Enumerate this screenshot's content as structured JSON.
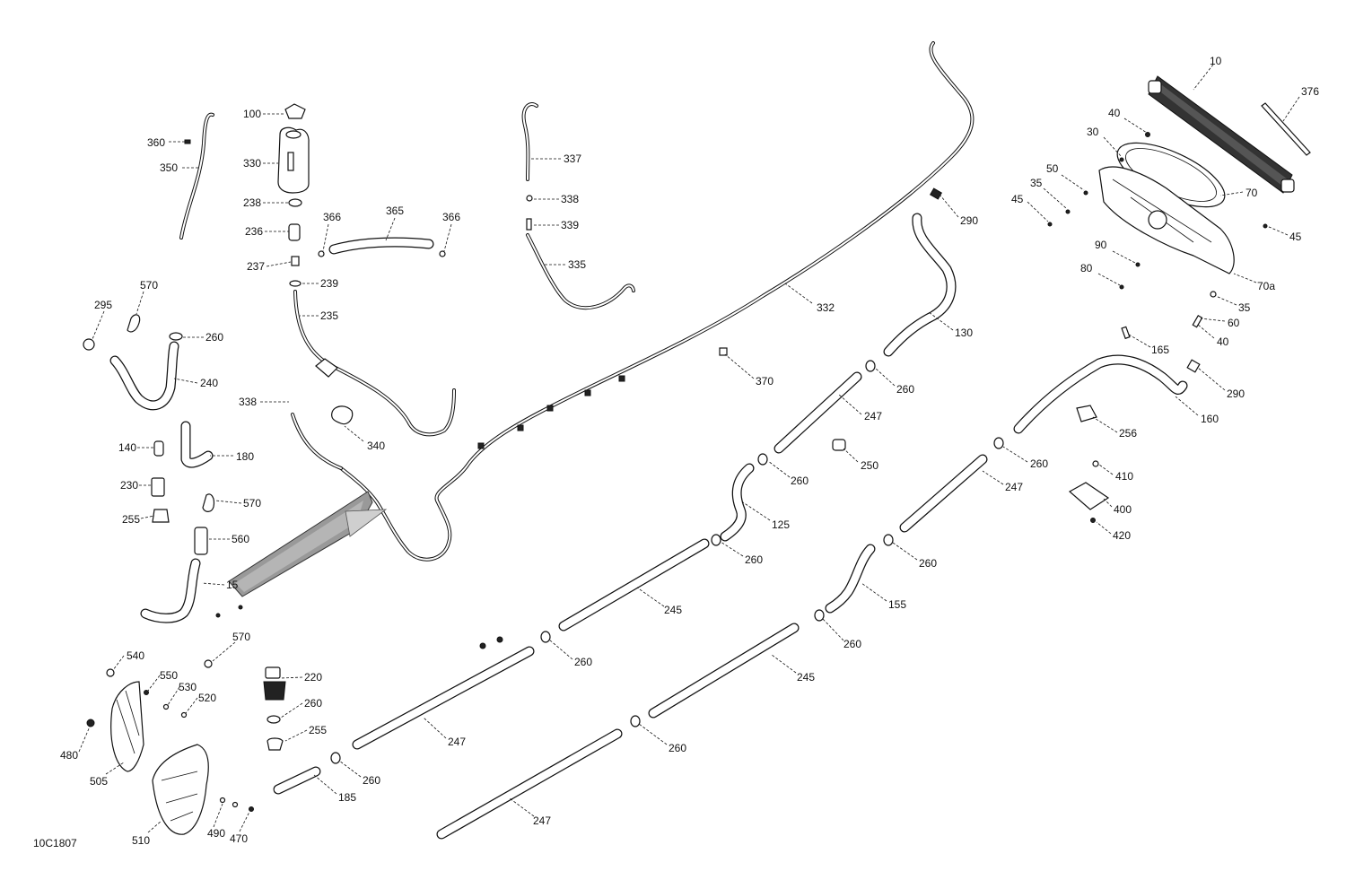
{
  "diagram": {
    "code": "10C1807",
    "callouts": [
      {
        "id": "c10",
        "text": "10"
      },
      {
        "id": "c376",
        "text": "376"
      },
      {
        "id": "c40a",
        "text": "40"
      },
      {
        "id": "c30",
        "text": "30"
      },
      {
        "id": "c50",
        "text": "50"
      },
      {
        "id": "c35a",
        "text": "35"
      },
      {
        "id": "c45a",
        "text": "45"
      },
      {
        "id": "c70",
        "text": "70"
      },
      {
        "id": "c45b",
        "text": "45"
      },
      {
        "id": "c90",
        "text": "90"
      },
      {
        "id": "c80",
        "text": "80"
      },
      {
        "id": "c70a",
        "text": "70a"
      },
      {
        "id": "c35b",
        "text": "35"
      },
      {
        "id": "c60",
        "text": "60"
      },
      {
        "id": "c40b",
        "text": "40"
      },
      {
        "id": "c165",
        "text": "165"
      },
      {
        "id": "c290a",
        "text": "290"
      },
      {
        "id": "c290b",
        "text": "290"
      },
      {
        "id": "c160",
        "text": "160"
      },
      {
        "id": "c256",
        "text": "256"
      },
      {
        "id": "c130",
        "text": "130"
      },
      {
        "id": "c332",
        "text": "332"
      },
      {
        "id": "c370",
        "text": "370"
      },
      {
        "id": "c260a",
        "text": "260"
      },
      {
        "id": "c247a",
        "text": "247"
      },
      {
        "id": "c250",
        "text": "250"
      },
      {
        "id": "c260b",
        "text": "260"
      },
      {
        "id": "c260c",
        "text": "260"
      },
      {
        "id": "c247b",
        "text": "247"
      },
      {
        "id": "c410",
        "text": "410"
      },
      {
        "id": "c400",
        "text": "400"
      },
      {
        "id": "c420",
        "text": "420"
      },
      {
        "id": "c125",
        "text": "125"
      },
      {
        "id": "c260d",
        "text": "260"
      },
      {
        "id": "c260e",
        "text": "260"
      },
      {
        "id": "c245a",
        "text": "245"
      },
      {
        "id": "c155",
        "text": "155"
      },
      {
        "id": "c260f",
        "text": "260"
      },
      {
        "id": "c260g",
        "text": "260"
      },
      {
        "id": "c245b",
        "text": "245"
      },
      {
        "id": "c260h",
        "text": "260"
      },
      {
        "id": "c247c",
        "text": "247"
      },
      {
        "id": "c247d",
        "text": "247"
      },
      {
        "id": "c260i",
        "text": "260"
      },
      {
        "id": "c100",
        "text": "100"
      },
      {
        "id": "c360",
        "text": "360"
      },
      {
        "id": "c350",
        "text": "350"
      },
      {
        "id": "c330",
        "text": "330"
      },
      {
        "id": "c238",
        "text": "238"
      },
      {
        "id": "c236",
        "text": "236"
      },
      {
        "id": "c366a",
        "text": "366"
      },
      {
        "id": "c365",
        "text": "365"
      },
      {
        "id": "c366b",
        "text": "366"
      },
      {
        "id": "c237",
        "text": "237"
      },
      {
        "id": "c239",
        "text": "239"
      },
      {
        "id": "c235",
        "text": "235"
      },
      {
        "id": "c337",
        "text": "337"
      },
      {
        "id": "c338a",
        "text": "338"
      },
      {
        "id": "c339",
        "text": "339"
      },
      {
        "id": "c335",
        "text": "335"
      },
      {
        "id": "c338b",
        "text": "338"
      },
      {
        "id": "c340",
        "text": "340"
      },
      {
        "id": "c570a",
        "text": "570"
      },
      {
        "id": "c295",
        "text": "295"
      },
      {
        "id": "c260j",
        "text": "260"
      },
      {
        "id": "c240",
        "text": "240"
      },
      {
        "id": "c140",
        "text": "140"
      },
      {
        "id": "c180",
        "text": "180"
      },
      {
        "id": "c230",
        "text": "230"
      },
      {
        "id": "c255a",
        "text": "255"
      },
      {
        "id": "c570b",
        "text": "570"
      },
      {
        "id": "c560",
        "text": "560"
      },
      {
        "id": "c15",
        "text": "15"
      },
      {
        "id": "c570c",
        "text": "570"
      },
      {
        "id": "c220",
        "text": "220"
      },
      {
        "id": "c260k",
        "text": "260"
      },
      {
        "id": "c255b",
        "text": "255"
      },
      {
        "id": "c185",
        "text": "185"
      },
      {
        "id": "c540",
        "text": "540"
      },
      {
        "id": "c550",
        "text": "550"
      },
      {
        "id": "c530",
        "text": "530"
      },
      {
        "id": "c520",
        "text": "520"
      },
      {
        "id": "c480",
        "text": "480"
      },
      {
        "id": "c505",
        "text": "505"
      },
      {
        "id": "c510",
        "text": "510"
      },
      {
        "id": "c490",
        "text": "490"
      },
      {
        "id": "c470",
        "text": "470"
      }
    ]
  }
}
